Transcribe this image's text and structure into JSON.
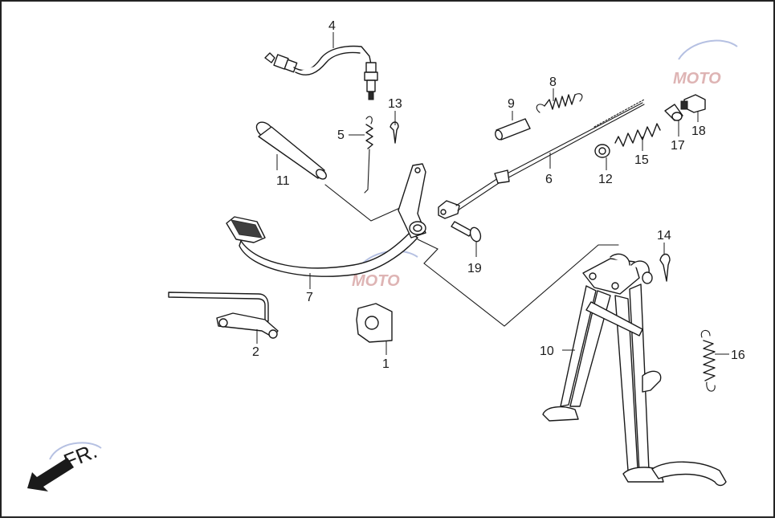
{
  "diagram": {
    "direction_label": "FR.",
    "watermark_text": "MOTO",
    "colors": {
      "line": "#1a1a1a",
      "border": "#222222",
      "watermark_red": "#d9a7a7",
      "watermark_blue": "#a9b6dd",
      "arrow": "#1a1a1a"
    },
    "callouts": [
      {
        "id": "1",
        "text": "1"
      },
      {
        "id": "2",
        "text": "2"
      },
      {
        "id": "4",
        "text": "4"
      },
      {
        "id": "5",
        "text": "5"
      },
      {
        "id": "6",
        "text": "6"
      },
      {
        "id": "7",
        "text": "7"
      },
      {
        "id": "8",
        "text": "8"
      },
      {
        "id": "9",
        "text": "9"
      },
      {
        "id": "10",
        "text": "10"
      },
      {
        "id": "11",
        "text": "11"
      },
      {
        "id": "12",
        "text": "12"
      },
      {
        "id": "13",
        "text": "13"
      },
      {
        "id": "14",
        "text": "14"
      },
      {
        "id": "15",
        "text": "15"
      },
      {
        "id": "16",
        "text": "16"
      },
      {
        "id": "17",
        "text": "17"
      },
      {
        "id": "18",
        "text": "18"
      },
      {
        "id": "19",
        "text": "19"
      }
    ]
  }
}
